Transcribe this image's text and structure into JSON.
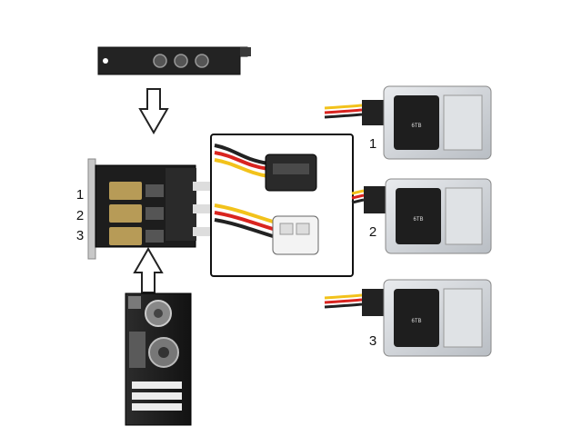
{
  "card_port_labels": [
    "1",
    "2",
    "3"
  ],
  "drive_labels": [
    "1",
    "2",
    "3"
  ],
  "drive_capacity": "6TB",
  "colors": {
    "wire_yellow": "#f2c21b",
    "wire_red": "#d9241f",
    "wire_black": "#222222",
    "pcb": "#1b1b1b",
    "bracket": "#2a2a2a",
    "drive_body": "#cfd2d6",
    "drive_label": "#1e1e1e"
  },
  "icons": [
    "down-arrow-icon",
    "up-arrow-icon",
    "sata-connector-icon",
    "molex-connector-icon"
  ]
}
